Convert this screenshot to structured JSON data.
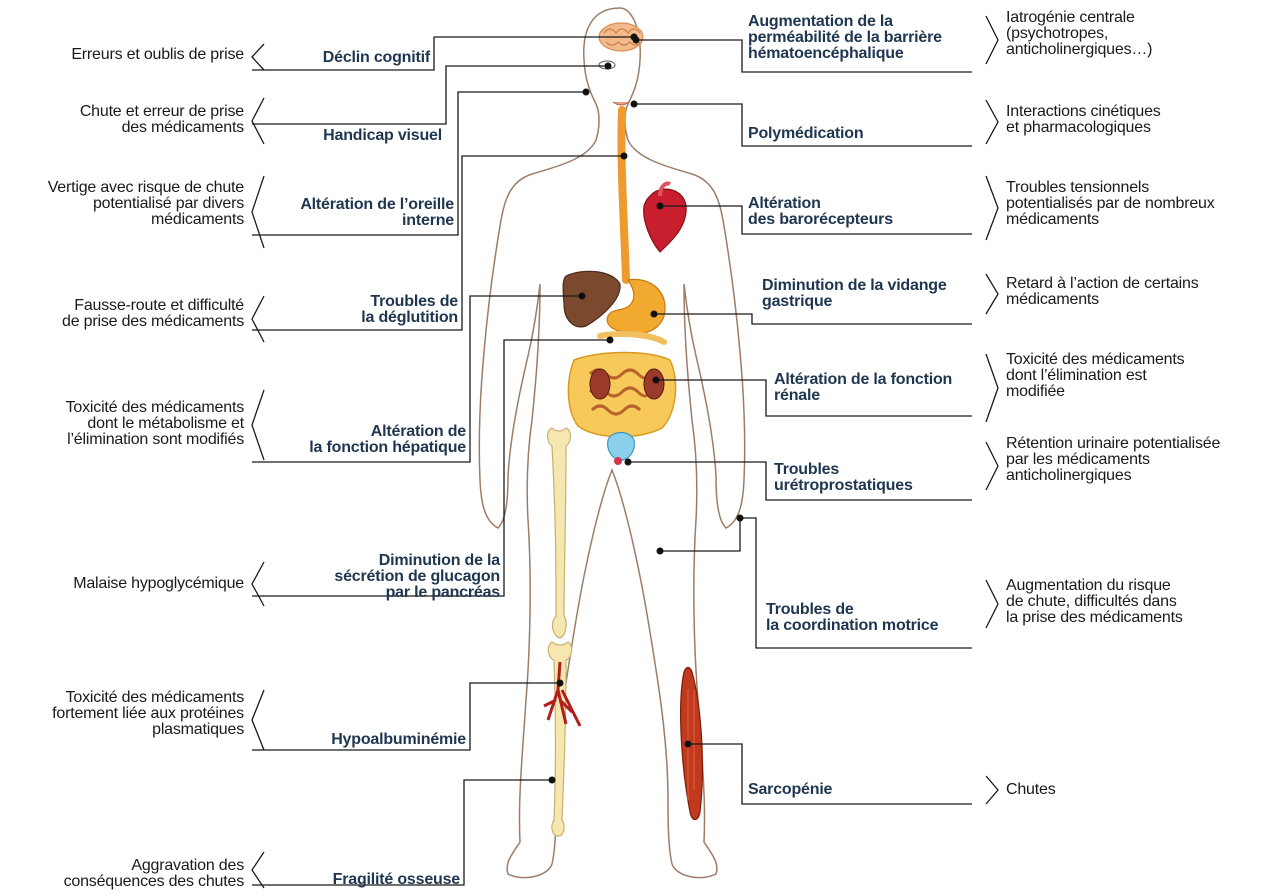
{
  "left": [
    {
      "cause": "Déclin cognitif",
      "effect": "Erreurs et oublis de prise"
    },
    {
      "cause": "Handicap visuel",
      "effect": "Chute et erreur de prise\ndes médicaments"
    },
    {
      "cause": "Altération de l’oreille\ninterne",
      "effect": "Vertige avec risque de chute\npotentialisé par divers\nmédicaments"
    },
    {
      "cause": "Troubles de\nla déglutition",
      "effect": "Fausse-route et difficulté\nde prise des médicaments"
    },
    {
      "cause": "Altération de\nla fonction hépatique",
      "effect": "Toxicité des médicaments\ndont le métabolisme et\nl’élimination sont modifiés"
    },
    {
      "cause": "Diminution de la\nsécrétion de glucagon\npar le pancréas",
      "effect": "Malaise hypoglycémique"
    },
    {
      "cause": "Hypoalbuminémie",
      "effect": "Toxicité des médicaments\nfortement liée aux protéines\nplasmatiques"
    },
    {
      "cause": "Fragilité osseuse",
      "effect": "Aggravation des\nconséquences des chutes"
    }
  ],
  "right": [
    {
      "cause": "Augmentation de la\nperméabilité de la barrière\nhématoencéphalique",
      "effect": "Iatrogénie centrale\n(psychotropes,\nanticholinergiques…)"
    },
    {
      "cause": "Polymédication",
      "effect": "Interactions cinétiques\net pharmacologiques"
    },
    {
      "cause": "Altération\ndes barorécepteurs",
      "effect": "Troubles tensionnels\npotentialisés par de nombreux\nmédicaments"
    },
    {
      "cause": "Diminution de la vidange\ngastrique",
      "effect": "Retard à l’action de certains\nmédicaments"
    },
    {
      "cause": "Altération de la fonction\nrénale",
      "effect": "Toxicité des médicaments\ndont  l’élimination est\nmodifiée"
    },
    {
      "cause": "Troubles\nurétroprostatiques",
      "effect": "Rétention urinaire potentialisée\npar les médicaments\nanticholinergiques"
    },
    {
      "cause": "Troubles de\nla coordination motrice",
      "effect": "Augmentation du risque\nde chute, difficultés dans\nla prise des médicaments"
    },
    {
      "cause": "Sarcopénie",
      "effect": "Chutes"
    }
  ],
  "colors": {
    "cause_text": "#1f3650",
    "effect_text": "#1a1a1a",
    "body_outline": "#8a6a55"
  }
}
